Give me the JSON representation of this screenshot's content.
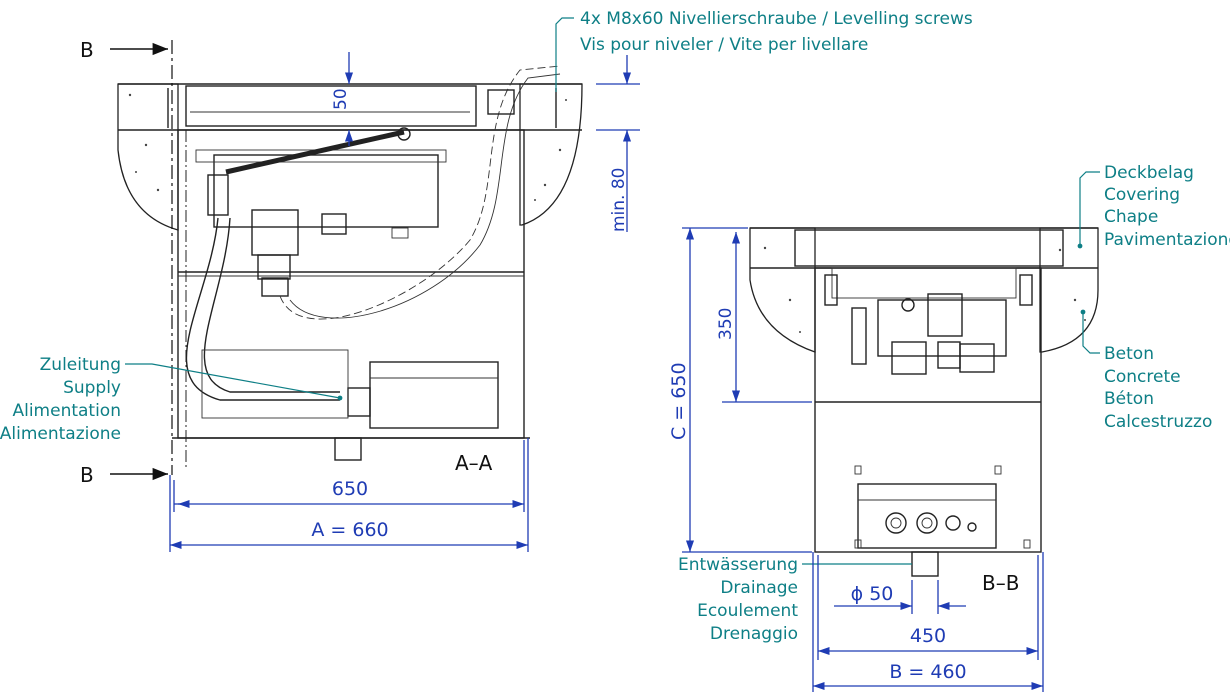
{
  "annotations": {
    "screw_line1": "4x M8x60 Nivellierschraube / Levelling screws",
    "screw_line2": "Vis pour niveler / Vite per livellare",
    "supply": [
      "Zuleitung",
      "Supply",
      "Alimentation",
      "Alimentazione"
    ],
    "covering": [
      "Deckbelag",
      "Covering",
      "Chape",
      "Pavimentazione"
    ],
    "concrete": [
      "Beton",
      "Concrete",
      "Béton",
      "Calcestruzzo"
    ],
    "drainage": [
      "Entwässerung",
      "Drainage",
      "Ecoulement",
      "Drenaggio"
    ]
  },
  "sections": {
    "cut_marker": "B",
    "section_aa": "A–A",
    "section_bb": "B–B"
  },
  "dimensions": {
    "d50_top": "50",
    "min80": "min. 80",
    "d650_left": "650",
    "a660": "A = 660",
    "d350": "350",
    "c650": "C = 650",
    "phi50": "ϕ 50",
    "d450": "450",
    "b460": "B = 460"
  },
  "colors": {
    "annotation": "#0e7f86",
    "dimension": "#1f3cb4",
    "outline": "#222222"
  }
}
